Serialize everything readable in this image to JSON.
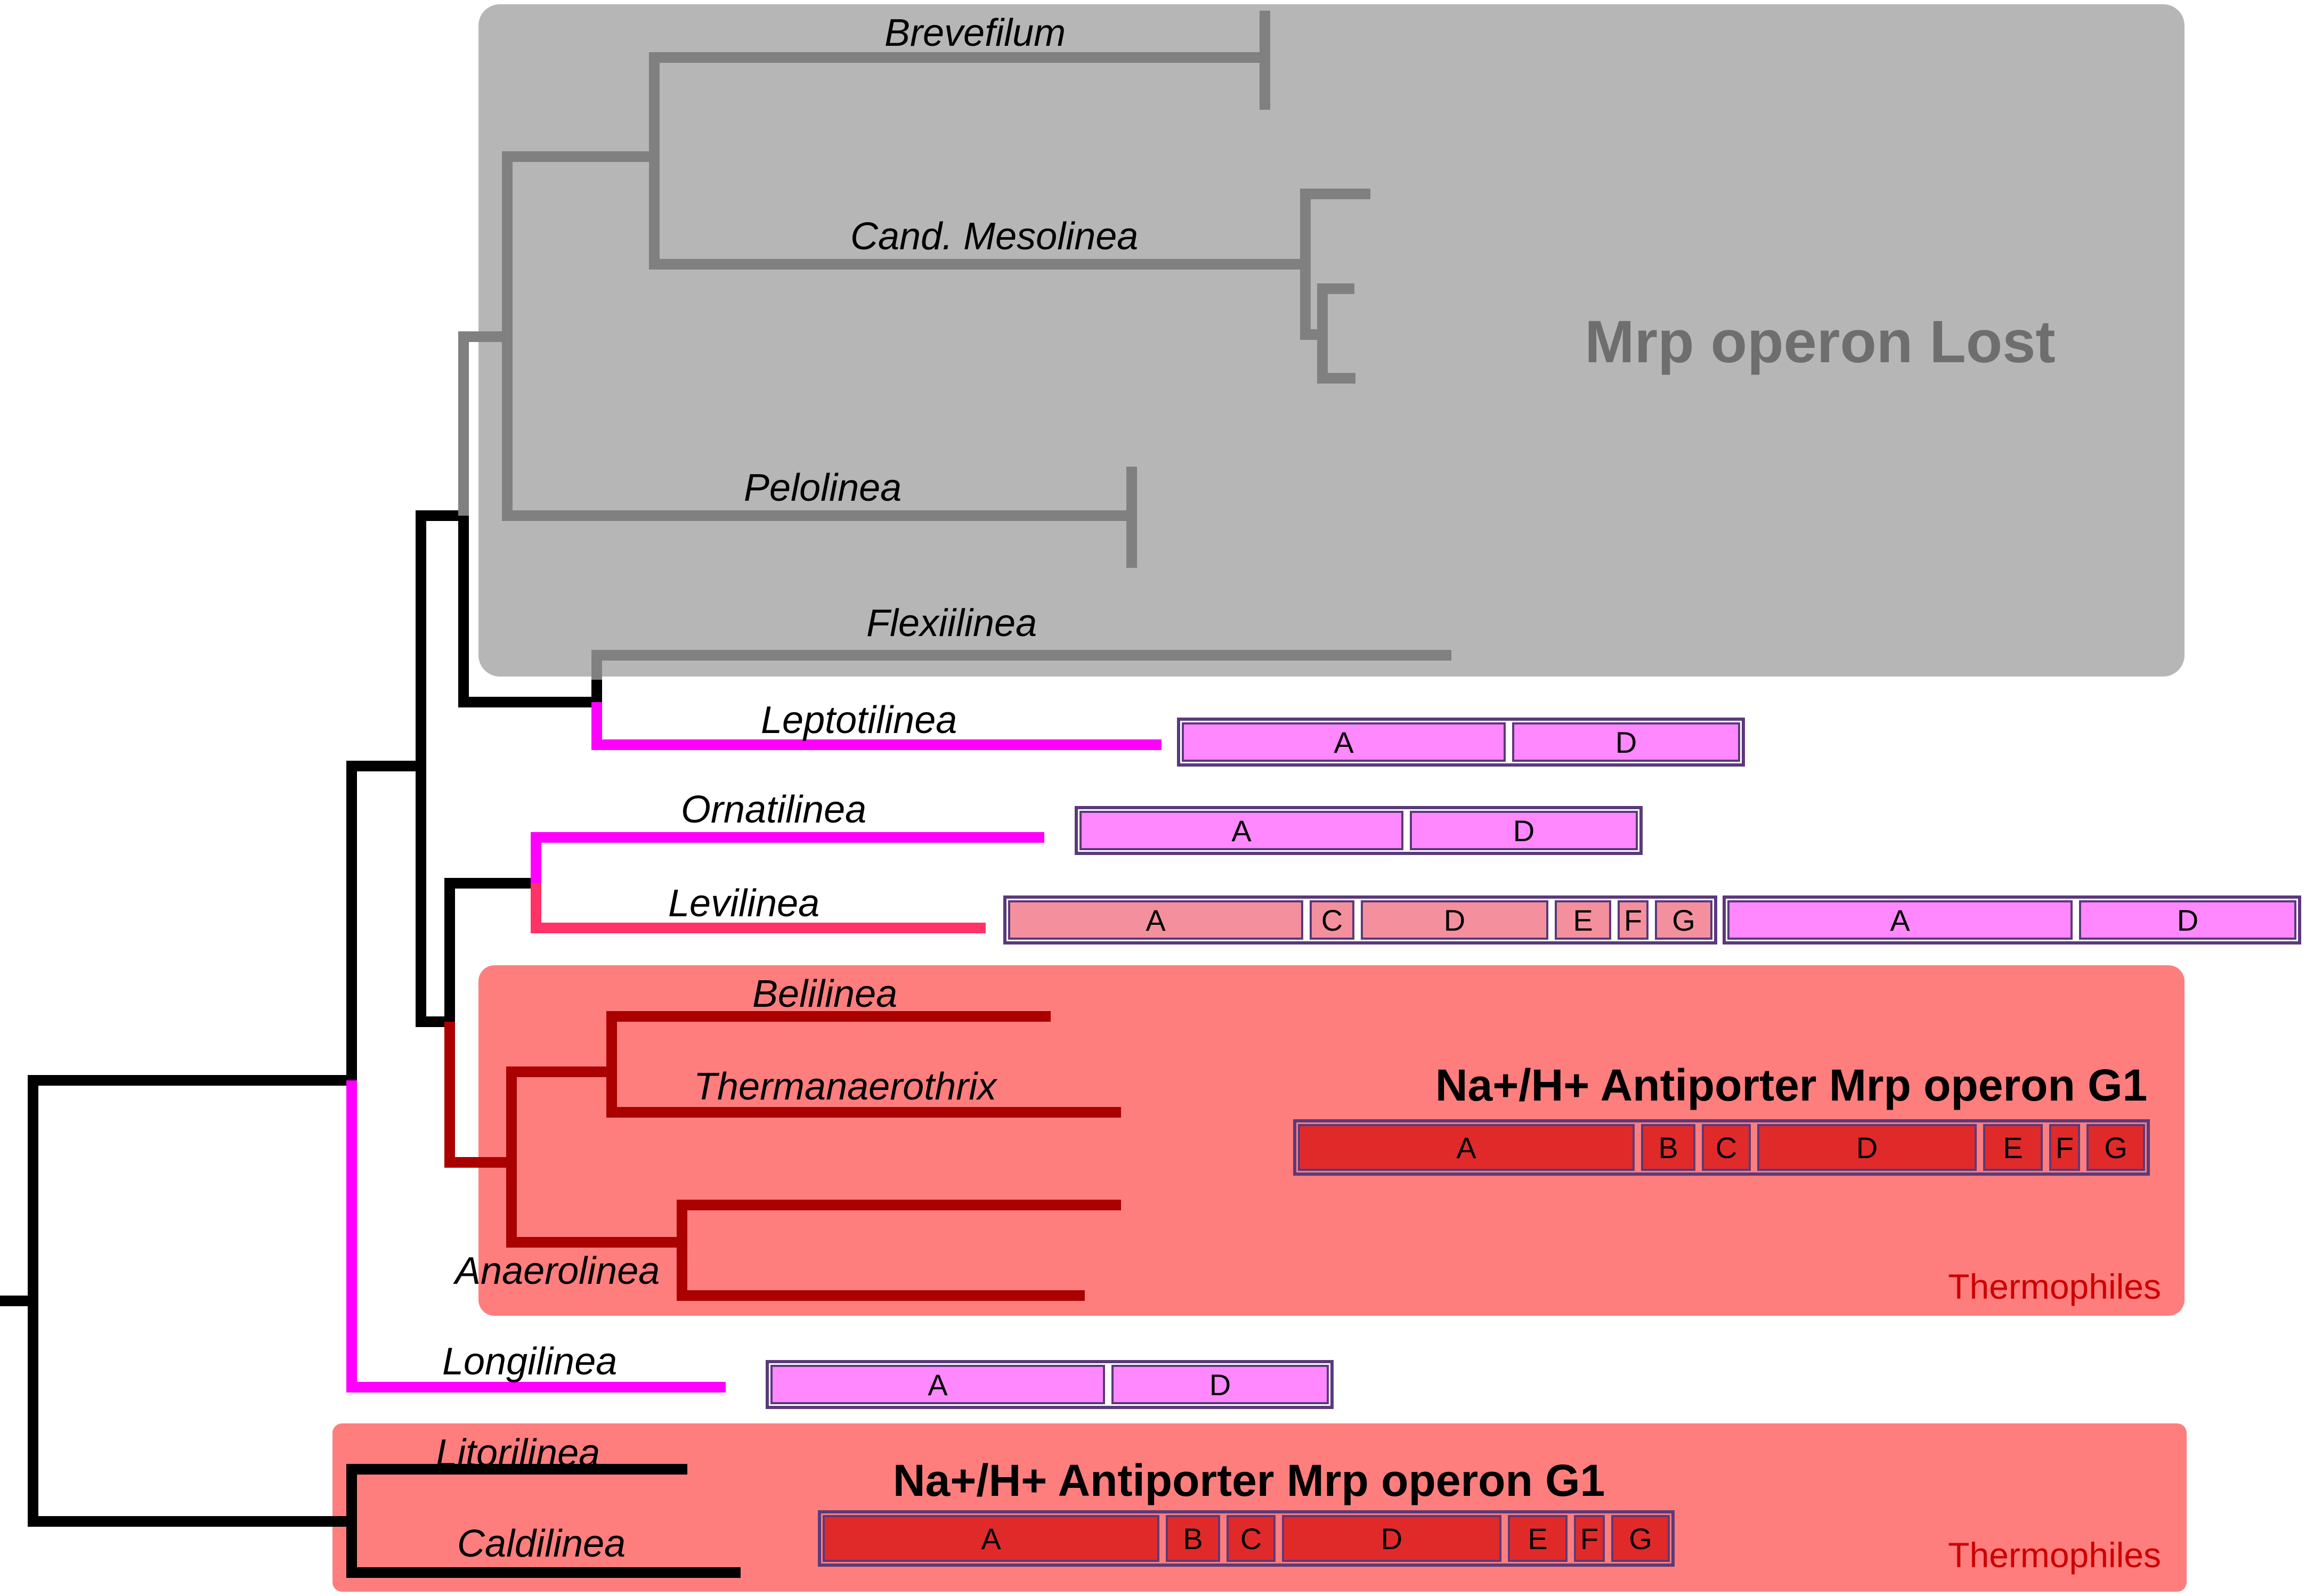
{
  "colors": {
    "lost_region": "#b6b6b6",
    "thermo_region": "#fe7e7e",
    "black_branch": "#000000",
    "gray_branch": "#808080",
    "magenta_branch": "#ff00ff",
    "pink_branch": "#ff3366",
    "darkred_branch": "#aa0000",
    "magenta_box": "#ff88ff",
    "pink_box": "#f4909e",
    "red_box": "#e02a2a",
    "box_outline": "#5a3a7a",
    "thermophiles_text": "#cc0000",
    "lost_text": "#6e6e6e"
  },
  "regions": {
    "lost": {
      "title": "Mrp operon Lost"
    },
    "thermo_top": {
      "title": "Na+/H+ Antiporter Mrp operon G1",
      "footer": "Thermophiles"
    },
    "thermo_bottom": {
      "title": "Na+/H+ Antiporter Mrp operon G1",
      "footer": "Thermophiles"
    }
  },
  "taxa": {
    "brevefilum": "Brevefilum",
    "mesolinea": "Cand. Mesolinea",
    "pelolinea": "Pelolinea",
    "flexiilinea": "Flexiilinea",
    "leptotilinea": "Leptotilinea",
    "ornatilinea": "Ornatilinea",
    "levilinea": "Levilinea",
    "belilinea": "Belilinea",
    "thermanaerothrix": "Thermanaerothrix",
    "anaerolinea": "Anaerolinea",
    "longilinea": "Longilinea",
    "litorilinea": "Litorilinea",
    "caldilinea": "Caldilinea"
  },
  "operons": {
    "leptotilinea": [
      "A",
      "D"
    ],
    "ornatilinea": [
      "A",
      "D"
    ],
    "levilinea_full": [
      "A",
      "C",
      "D",
      "E",
      "F",
      "G"
    ],
    "levilinea_partial": [
      "A",
      "D"
    ],
    "thermo_top": [
      "A",
      "B",
      "C",
      "D",
      "E",
      "F",
      "G"
    ],
    "longilinea": [
      "A",
      "D"
    ],
    "thermo_bottom": [
      "A",
      "B",
      "C",
      "D",
      "E",
      "F",
      "G"
    ]
  }
}
